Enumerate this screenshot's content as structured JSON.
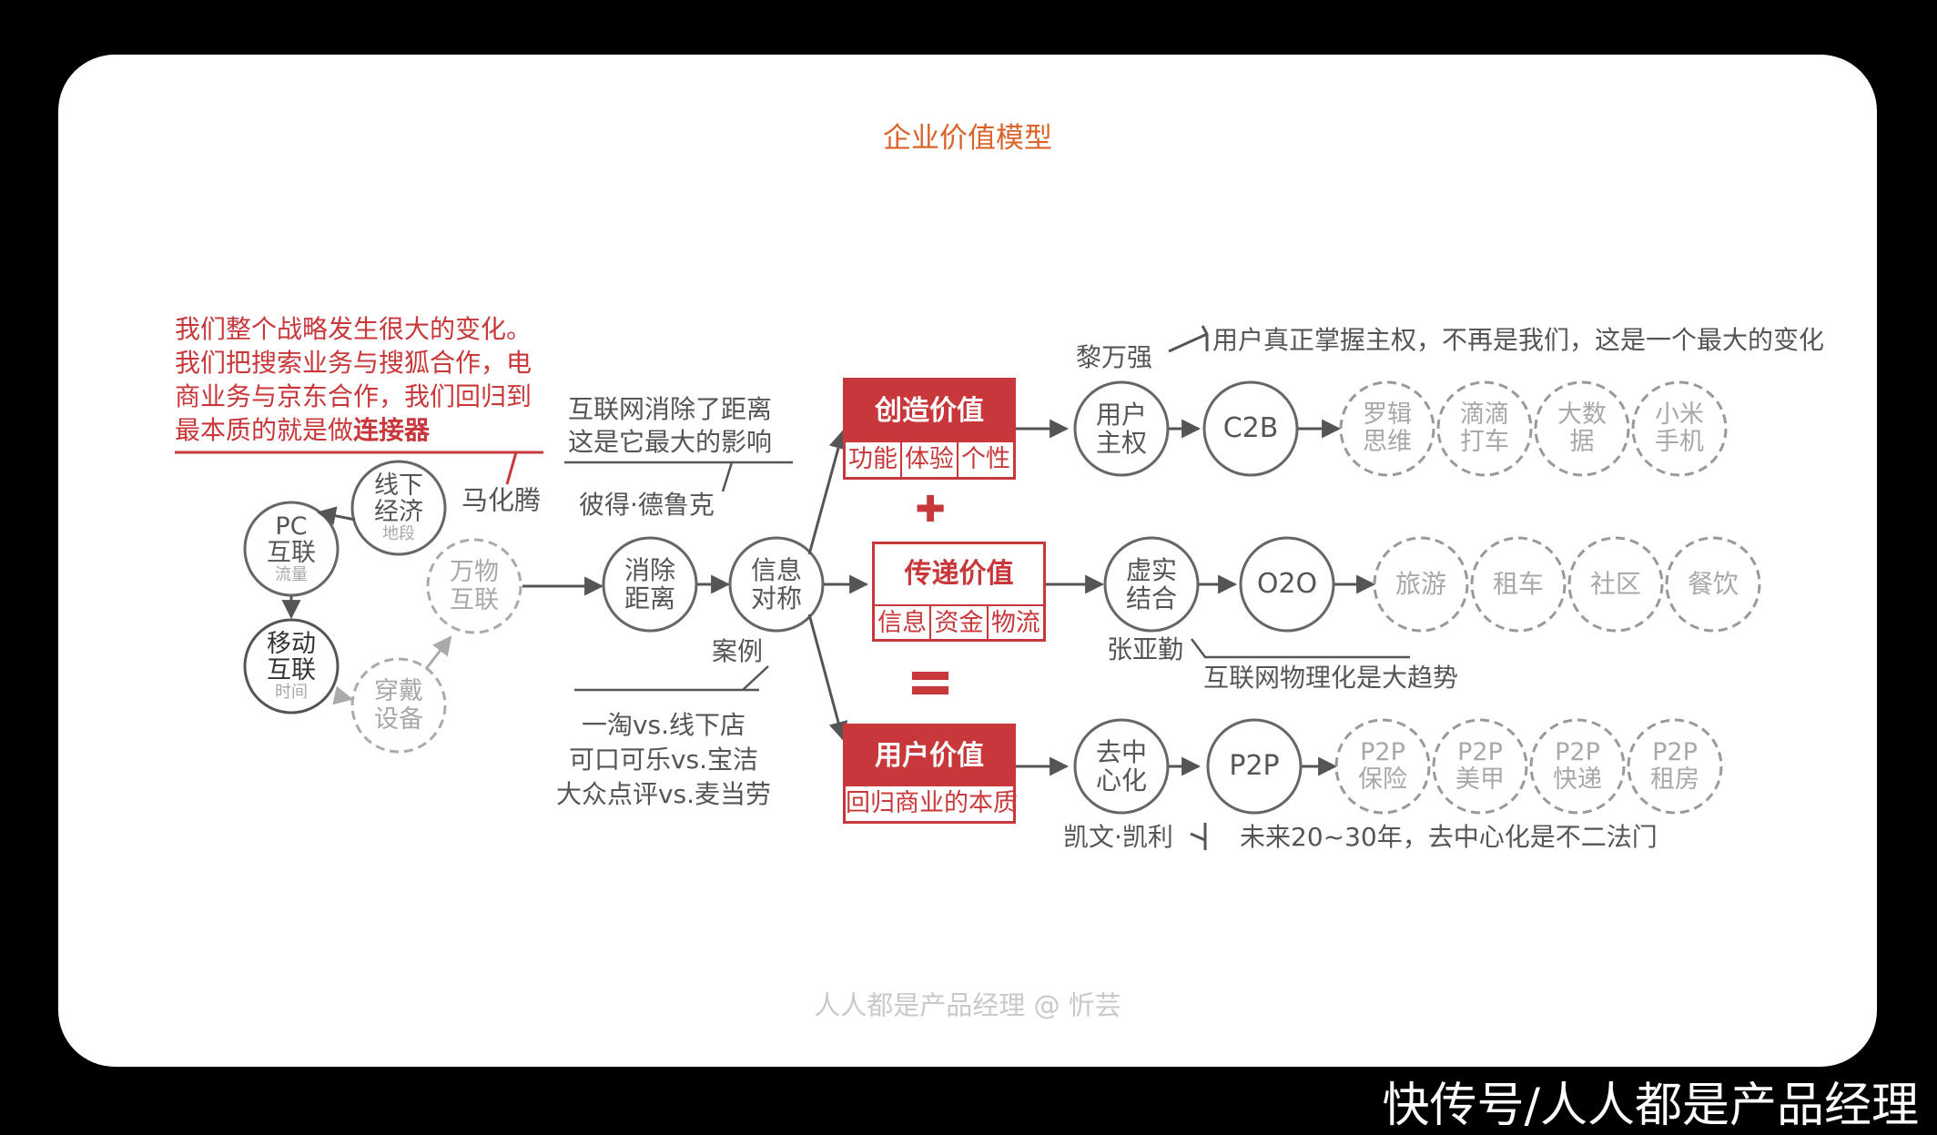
{
  "title": "企业价值模型",
  "footer_watermark": "人人都是产品经理 @ 忻芸",
  "corner_watermark": "快传号/人人都是产品经理",
  "colors": {
    "accent": "#c8383a",
    "title": "#d9632a",
    "text": "#555555",
    "faded": "#a8a8a8"
  },
  "quote": {
    "lines": [
      "我们整个战略发生很大的变化。",
      "我们把搜索业务与搜狐合作，电",
      "商业务与京东合作，我们回归到"
    ],
    "last_prefix": "最本质的就是做",
    "last_bold": "连接器",
    "speaker": "马化腾"
  },
  "left_cycle": {
    "pc": {
      "line1": "PC",
      "line2": "互联",
      "sub": "流量"
    },
    "offline": {
      "line1": "线下",
      "line2": "经济",
      "sub": "地段"
    },
    "mobile": {
      "line1": "移动",
      "line2": "互联",
      "sub": "时间"
    },
    "wearable": {
      "line1": "穿戴",
      "line2": "设备"
    },
    "iot": {
      "line1": "万物",
      "line2": "互联"
    }
  },
  "distance": {
    "line1": "消除",
    "line2": "距离"
  },
  "info_sym": {
    "line1": "信息",
    "line2": "对称"
  },
  "drucker_quote": {
    "line1": "互联网消除了距离",
    "line2": "这是它最大的影响",
    "speaker": "彼得·德鲁克"
  },
  "cases": {
    "label": "案例",
    "items": [
      "一淘vs.线下店",
      "可口可乐vs.宝洁",
      "大众点评vs.麦当劳"
    ]
  },
  "create_value": {
    "title": "创造价值",
    "subs": [
      "功能",
      "体验",
      "个性"
    ]
  },
  "transfer_value": {
    "title": "传递价值",
    "subs": [
      "信息",
      "资金",
      "物流"
    ]
  },
  "user_value": {
    "title": "用户价值",
    "subs": [
      "回归商业的本质"
    ]
  },
  "plus_sign": "✚",
  "row1": {
    "node1": {
      "line1": "用户",
      "line2": "主权"
    },
    "node2": "C2B",
    "examples": [
      {
        "line1": "罗辑",
        "line2": "思维"
      },
      {
        "line1": "滴滴",
        "line2": "打车"
      },
      {
        "line1": "大数",
        "line2": "据"
      },
      {
        "line1": "小米",
        "line2": "手机"
      }
    ],
    "speaker": "黎万强",
    "quote": "用户真正掌握主权，不再是我们，这是一个最大的变化"
  },
  "row2": {
    "node1": {
      "line1": "虚实",
      "line2": "结合"
    },
    "node2": "O2O",
    "examples": [
      "旅游",
      "租车",
      "社区",
      "餐饮"
    ],
    "speaker": "张亚勤",
    "quote": "互联网物理化是大趋势"
  },
  "row3": {
    "node1": {
      "line1": "去中",
      "line2": "心化"
    },
    "node2": "P2P",
    "examples": [
      {
        "line1": "P2P",
        "line2": "保险"
      },
      {
        "line1": "P2P",
        "line2": "美甲"
      },
      {
        "line1": "P2P",
        "line2": "快递"
      },
      {
        "line1": "P2P",
        "line2": "租房"
      }
    ],
    "speaker": "凯文·凯利",
    "quote": "未来20~30年，去中心化是不二法门"
  }
}
